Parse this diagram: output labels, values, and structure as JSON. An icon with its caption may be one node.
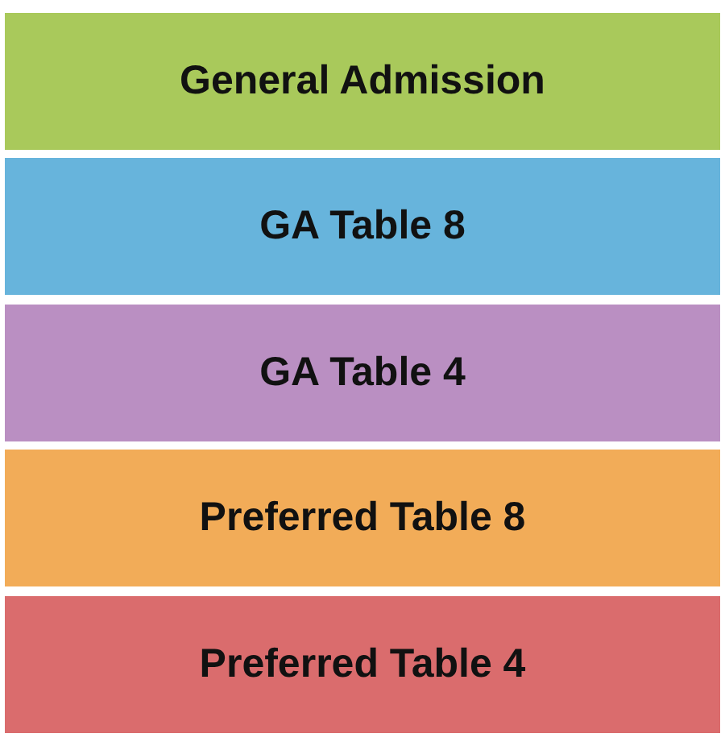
{
  "diagram": {
    "nodes": [
      {
        "text": [
          "General Admission"
        ]
      },
      {
        "text": [
          "GA Table 8"
        ]
      },
      {
        "text": [
          "GA Table 4"
        ]
      },
      {
        "text": [
          "Preferred Table 8"
        ]
      },
      {
        "text": [
          "Preferred Table 4"
        ]
      }
    ]
  }
}
